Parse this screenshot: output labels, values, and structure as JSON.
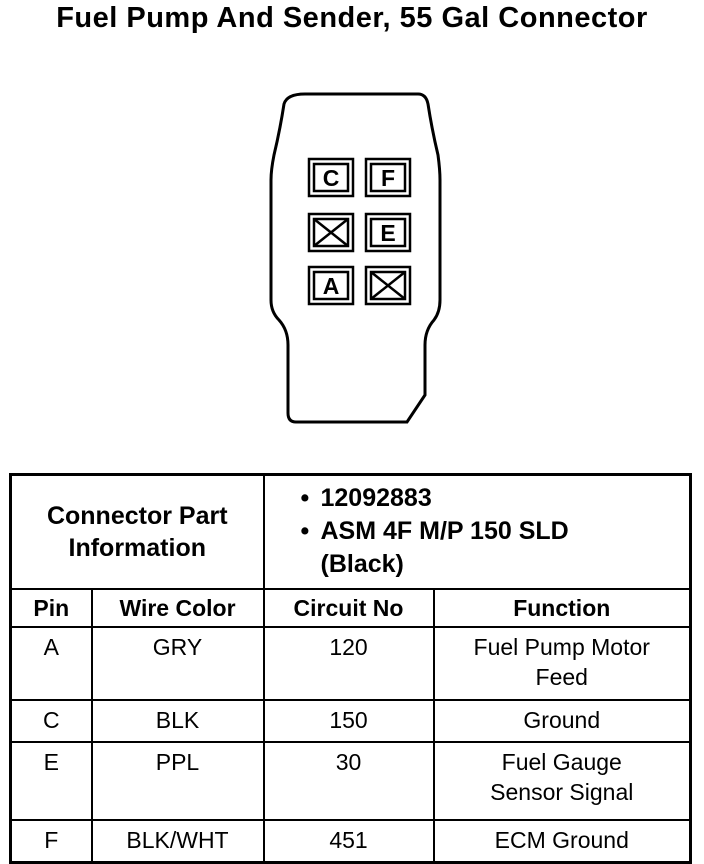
{
  "title": "Fuel Pump And Sender, 55 Gal Connector",
  "connector": {
    "cavities": [
      {
        "label": "C",
        "filled": true
      },
      {
        "label": "F",
        "filled": true
      },
      {
        "label": "",
        "filled": false
      },
      {
        "label": "E",
        "filled": true
      },
      {
        "label": "A",
        "filled": true
      },
      {
        "label": "",
        "filled": false
      }
    ]
  },
  "part_info": {
    "label_line1": "Connector Part",
    "label_line2": "Information",
    "items": [
      "12092883",
      "ASM 4F M/P 150 SLD",
      "(Black)"
    ]
  },
  "table": {
    "headers": [
      "Pin",
      "Wire Color",
      "Circuit No",
      "Function"
    ],
    "rows": [
      {
        "pin": "A",
        "wire_color": "GRY",
        "circuit": "120",
        "function_line1": "Fuel Pump Motor",
        "function_line2": "Feed"
      },
      {
        "pin": "C",
        "wire_color": "BLK",
        "circuit": "150",
        "function_line1": "Ground",
        "function_line2": ""
      },
      {
        "pin": "E",
        "wire_color": "PPL",
        "circuit": "30",
        "function_line1": "Fuel Gauge",
        "function_line2": "Sensor Signal"
      },
      {
        "pin": "F",
        "wire_color": "BLK/WHT",
        "circuit": "451",
        "function_line1": "ECM Ground",
        "function_line2": ""
      }
    ]
  }
}
